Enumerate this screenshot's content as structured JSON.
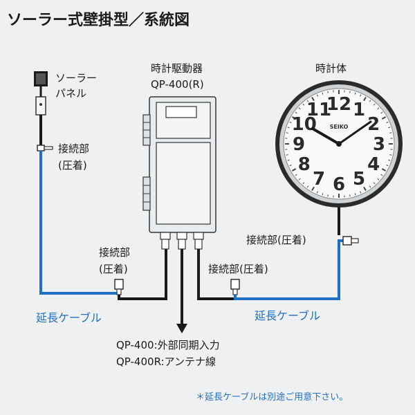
{
  "title": "ソーラー式壁掛型／系統図",
  "solar_panel": {
    "line1": "ソーラー",
    "line2": "パネル"
  },
  "driver": {
    "line1": "時計駆動器",
    "line2": "QP-400(R)"
  },
  "clock": {
    "label": "時計体",
    "brand": "SEIKO",
    "numerals": [
      "12",
      "1",
      "2",
      "3",
      "4",
      "5",
      "6",
      "7",
      "8",
      "9",
      "10",
      "11"
    ]
  },
  "connectors": {
    "left_top_1": "接続部",
    "left_top_2": "(圧着)",
    "left_bottom_1": "接続部",
    "left_bottom_2": "(圧着)",
    "middle": "接続部(圧着)",
    "right": "接続部(圧着)"
  },
  "cables": {
    "left": "延長ケーブル",
    "right": "延長ケーブル"
  },
  "external": {
    "line1": "QP-400:外部同期入力",
    "line2": "QP-400R:アンテナ線"
  },
  "footnote": "＊延長ケーブルは別途ご用意下さい。",
  "colors": {
    "cable_blue": "#1f6fc7",
    "background": "#eef0f2"
  }
}
